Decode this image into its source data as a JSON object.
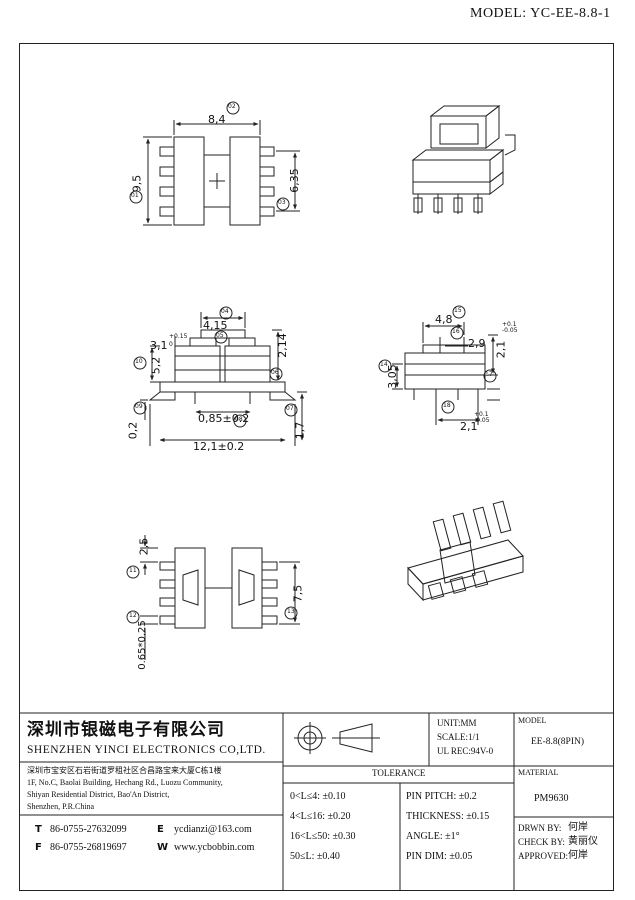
{
  "header": {
    "model": "MODEL: YC-EE-8.8-1"
  },
  "top_view": {
    "dims": {
      "width": "8,4",
      "height": "9,5",
      "pitch": "6,35"
    },
    "callouts": {
      "c01": "01",
      "c02": "02",
      "c03": "03"
    }
  },
  "front_view": {
    "dims": {
      "d415": "4,15",
      "d31": "3,1",
      "d31_tol": "+0.15",
      "d31_tol2": "0",
      "d52": "5,2",
      "d214": "2,14",
      "d085": "0,85±0.2",
      "d121": "12,1±0.2",
      "d02": "0,2",
      "d17": "1,7"
    },
    "callouts": {
      "c04": "04",
      "c05": "05",
      "c06": "06",
      "c07": "07",
      "c08": "08",
      "c09": "09",
      "c10": "10"
    }
  },
  "side_view": {
    "dims": {
      "d48": "4,8",
      "d29": "2,9",
      "d21a": "2,1",
      "d21a_tol": "+0.1\n-0.05",
      "d305": "3,05",
      "d21b": "2,1",
      "d21b_tol": "+0.1\n-0.05"
    },
    "callouts": {
      "c14": "14",
      "c15": "15",
      "c16": "16",
      "c17": "17",
      "c18": "18"
    }
  },
  "bottom_view": {
    "dims": {
      "d25": "2,5",
      "d065": "0.65*0.25",
      "d75": "7,5"
    },
    "callouts": {
      "c11": "11",
      "c12": "12",
      "c13": "13"
    }
  },
  "title_block": {
    "company_cn": "深圳市银磁电子有限公司",
    "company_en": "SHENZHEN YINCI ELECTRONICS CO,LTD.",
    "address_cn": "深圳市宝安区石岩街道罗租社区合昌路宝来大厦C栋1楼",
    "address_en_1": "1F, No.C, Baolai Building, Hechang Rd., Luozu Community,",
    "address_en_2": "Shiyan Residential District, Bao'An District,",
    "address_en_3": "Shenzhen, P.R.China",
    "tel_label": "T",
    "tel": "86-0755-27632099",
    "email_label": "E",
    "email": "ycdianzi@163.com",
    "fax_label": "F",
    "fax": "86-0755-26819697",
    "web_label": "W",
    "web": "www.ycbobbin.com",
    "unit": "UNIT:MM",
    "scale": "SCALE:1/1",
    "ul_rec": "UL REC:94V-0",
    "model_label": "MODEL",
    "model_value": "EE-8.8(8PIN)",
    "material_label": "MATERIAL",
    "material_value": "PM9630",
    "tolerance_title": "TOLERANCE",
    "tol_rows": [
      "0<L≤4: ±0.10",
      "4<L≤16: ±0.20",
      "16<L≤50: ±0.30",
      "50≤L: ±0.40"
    ],
    "pin_rows": [
      "PIN PITCH: ±0.2",
      "THICKNESS: ±0.15",
      "ANGLE: ±1°",
      "PIN DIM: ±0.05"
    ],
    "drawn_by_label": "DRWN BY:",
    "drawn_by": "何岸",
    "check_by_label": "CHECK BY:",
    "check_by": "黄丽仪",
    "approved_label": "APPROVED:",
    "approved": "何岸"
  }
}
